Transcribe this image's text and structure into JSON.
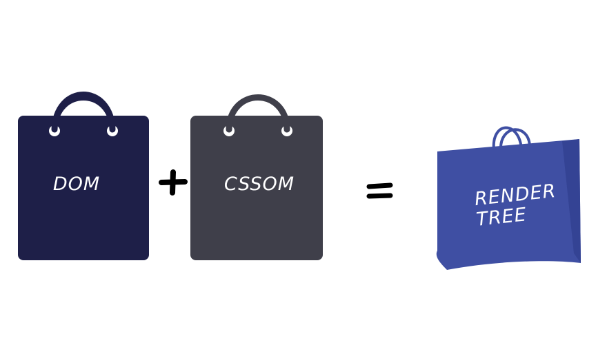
{
  "diagram": {
    "bags": [
      {
        "label_lines": [
          "DOM"
        ],
        "color": "#1e1f48",
        "handle_color": "#1e1f48"
      },
      {
        "label_lines": [
          "CSSOM"
        ],
        "color": "#3f3f4a",
        "handle_color": "#3f3f4a"
      },
      {
        "label_lines": [
          "RENDER",
          "TREE"
        ],
        "color": "#3f4fa3",
        "handle_color": "#3f4fa3"
      }
    ],
    "operators": [
      "plus",
      "equals"
    ]
  }
}
